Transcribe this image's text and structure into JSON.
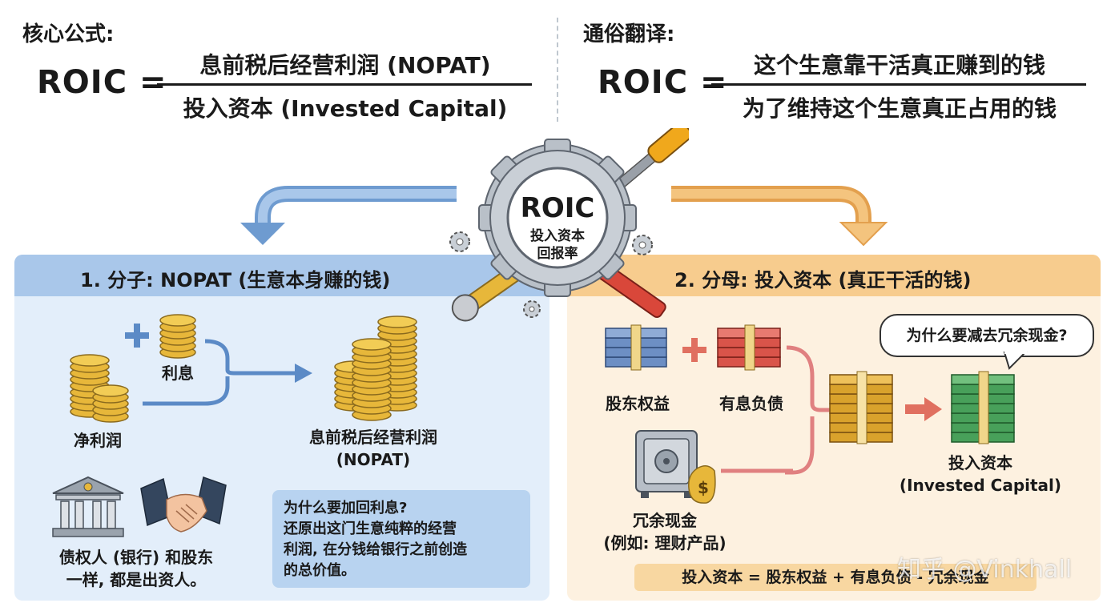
{
  "top_left": {
    "heading": "核心公式:",
    "lhs": "ROIC =",
    "numerator": "息前税后经营利润 (NOPAT)",
    "denominator": "投入资本 (Invested Capital)"
  },
  "top_right": {
    "heading": "通俗翻译:",
    "lhs": "ROIC =",
    "numerator": "这个生意靠干活真正赚到的钱",
    "denominator": "为了维持这个生意真正占用的钱"
  },
  "gear": {
    "title": "ROIC",
    "subtitle_line1": "投入资本",
    "subtitle_line2": "回报率"
  },
  "left_panel": {
    "title": "1. 分子: NOPAT (生意本身赚的钱)",
    "net_profit_label": "净利润",
    "interest_label": "利息",
    "nopat_label_line1": "息前税后经营利润",
    "nopat_label_line2": "(NOPAT)",
    "creditor_line1": "债权人 (银行) 和股东",
    "creditor_line2": "一样, 都是出资人。",
    "note_lines": [
      "为什么要加回利息?",
      "还原出这门生意纯粹的经营",
      "利润, 在分钱给银行之前创造",
      "的总价值。"
    ]
  },
  "right_panel": {
    "title": "2. 分母: 投入资本 (真正干活的钱)",
    "equity_label": "股东权益",
    "debt_label": "有息负债",
    "cash_label_line1": "冗余现金",
    "cash_label_line2": "(例如: 理财产品)",
    "ic_label_line1": "投入资本",
    "ic_label_line2": "(Invested Capital)",
    "bubble": "为什么要减去冗余现金?",
    "formula": "投入资本 = 股东权益 + 有息负债 - 冗余现金"
  },
  "watermark": "知乎 @Vinkhall",
  "colors": {
    "left_panel_bg": "#e3eefa",
    "left_panel_header": "#a9c7ea",
    "right_panel_bg": "#fdf1e0",
    "right_panel_header": "#f7cc8e",
    "arrow_blue": "#6e9bd0",
    "arrow_orange": "#f4c47e",
    "arrow_red": "#e08080",
    "gold": "#e7b73a"
  }
}
